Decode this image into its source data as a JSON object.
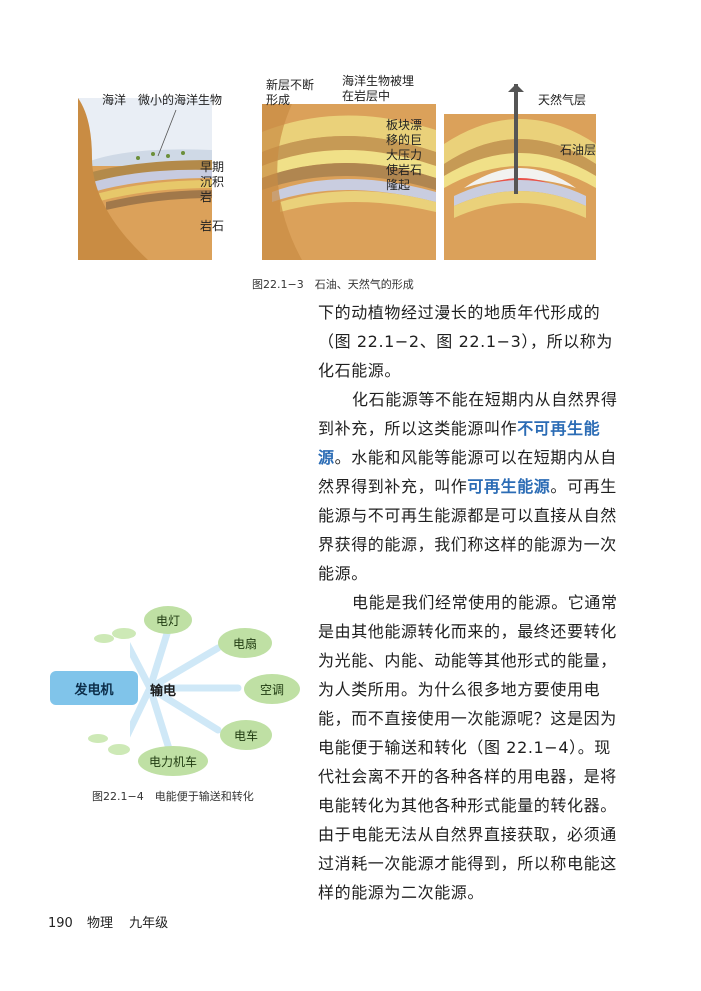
{
  "figure_1": {
    "panel1": {
      "label_ocean": "海洋",
      "label_organisms": "微小的海洋生物",
      "label_early_rock": "早期沉积岩",
      "label_rock": "岩石"
    },
    "panel2": {
      "label_new_layers": "新层不断形成",
      "label_buried": "海洋生物被埋在岩层中",
      "label_plate": "板块漂移的巨大压力使岩石隆起"
    },
    "panel3": {
      "label_gas": "天然气层",
      "label_oil": "石油层"
    },
    "caption": "图22.1−3　石油、天然气的形成"
  },
  "body": {
    "p1": "下的动植物经过漫长的地质年代形成的（图 22.1−2、图 22.1−3），所以称为化石能源。",
    "p2_a": "化石能源等不能在短期内从自然界得到补充，所以这类能源叫作",
    "p2_kw1": "不可再生能源",
    "p2_b": "。水能和风能等能源可以在短期内从自然界得到补充，叫作",
    "p2_kw2": "可再生能源",
    "p2_c": "。可再生能源与不可再生能源都是可以直接从自然界获得的能源，我们称这样的能源为一次能源。",
    "p3": "电能是我们经常使用的能源。它通常是由其他能源转化而来的，最终还要转化为光能、内能、动能等其他形式的能量，为人类所用。为什么很多地方要使用电能，而不直接使用一次能源呢？这是因为电能便于输送和转化（图 22.1−4）。现代社会离不开的各种各样的用电器，是将电能转化为其他各种形式能量的转化器。由于电能无法从自然界直接获取，必须通过消耗一次能源才能得到，所以称电能这样的能源为二次能源。"
  },
  "figure_2": {
    "generator": "发电机",
    "transmission": "输电",
    "nodes": [
      "电灯",
      "电扇",
      "空调",
      "电车",
      "电力机车"
    ],
    "caption": "图22.1−4　电能便于输送和转化"
  },
  "footer": {
    "page_number": "190",
    "subject": "物理",
    "grade": "九年级"
  },
  "colors": {
    "keyword": "#2b6cb5",
    "node_green": "#bfe0a4",
    "generator_blue": "#80c4ea",
    "sand": "#dba15a",
    "oil": "#e9534a"
  }
}
